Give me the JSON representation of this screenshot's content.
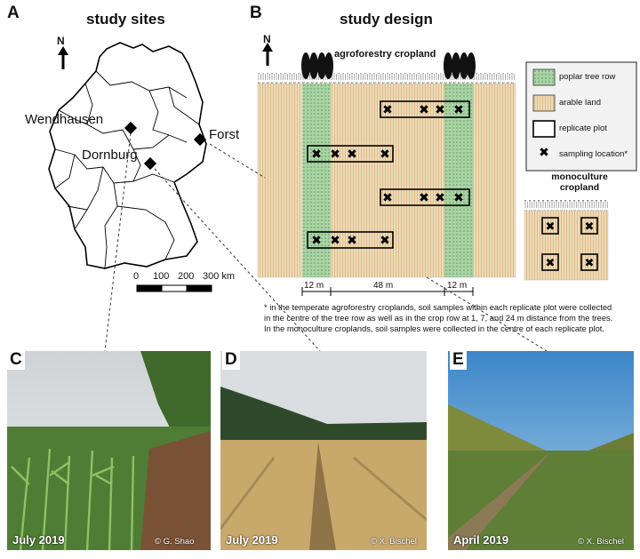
{
  "panel_a": {
    "letter": "A",
    "title": "study sites",
    "north": "N",
    "sites": [
      "Wendhausen",
      "Forst",
      "Dornburg"
    ],
    "scale": {
      "ticks": [
        "0",
        "100",
        "200",
        "300 km"
      ]
    }
  },
  "panel_b": {
    "letter": "B",
    "title": "study design",
    "north": "N",
    "agroforestry_label": "agroforestry cropland",
    "monoculture_label_line1": "monoculture",
    "monoculture_label_line2": "cropland",
    "dimensions": [
      "12 m",
      "48 m",
      "12 m"
    ],
    "legend": {
      "poplar": "poplar tree row",
      "arable": "arable land",
      "replicate": "replicate plot",
      "sampling": "sampling location*"
    },
    "footnote": [
      "* in the temperate agroforestry croplands, soil samples within each replicate plot were collected",
      "in the centre of the tree row as well as in the crop row at 1, 7, and 24 m distance from the trees.",
      "In the monoculture croplands, soil samples were collected in the centre of each replicate plot."
    ]
  },
  "photos": [
    {
      "letter": "C",
      "date": "July 2019",
      "credit": "© G. Shao"
    },
    {
      "letter": "D",
      "date": "July 2019",
      "credit": "© X. Bischel"
    },
    {
      "letter": "E",
      "date": "April 2019",
      "credit": "© X. Bischel"
    }
  ],
  "colors": {
    "poplar_fill": "#a9d3a5",
    "arable_fill": "#f1dcb8",
    "arable_stripe": "#d2b27f",
    "tree": "#111111"
  }
}
